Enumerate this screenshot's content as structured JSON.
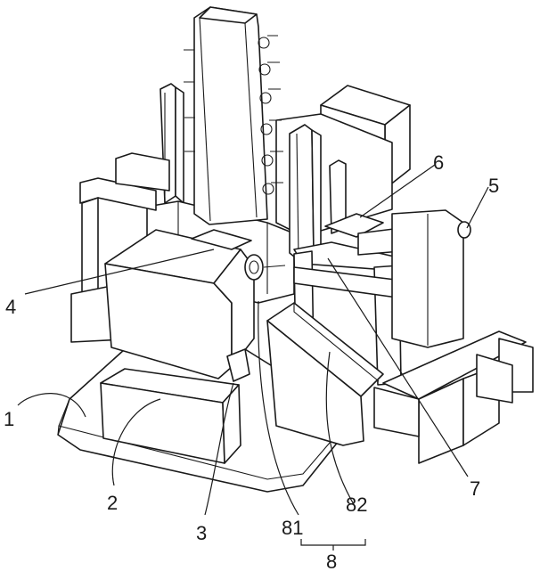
{
  "labels": {
    "l1": "1",
    "l2": "2",
    "l3": "3",
    "l4": "4",
    "l5": "5",
    "l6": "6",
    "l7": "7",
    "l8": "8",
    "l81": "81",
    "l82": "82"
  },
  "colors": {
    "line": "#1a1a1a",
    "paper": "#ffffff"
  }
}
